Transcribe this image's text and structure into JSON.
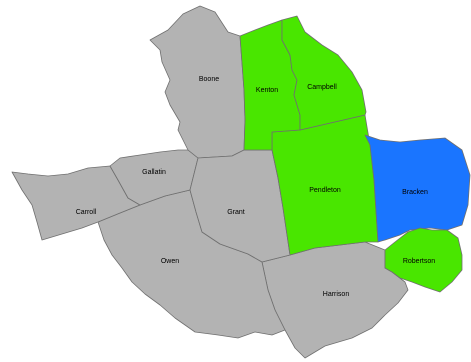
{
  "colors": {
    "default": "#b3b3b3",
    "green": "#49e600",
    "blue": "#1a75ff",
    "border": "#6f6f6f",
    "background": "#ffffff"
  },
  "counties": [
    {
      "key": "boone",
      "label": "Boone",
      "color": "#b3b3b3"
    },
    {
      "key": "kenton",
      "label": "Kenton",
      "color": "#49e600"
    },
    {
      "key": "campbell",
      "label": "Campbell",
      "color": "#49e600"
    },
    {
      "key": "gallatin",
      "label": "Gallatin",
      "color": "#b3b3b3"
    },
    {
      "key": "carroll",
      "label": "Carroll",
      "color": "#b3b3b3"
    },
    {
      "key": "grant",
      "label": "Grant",
      "color": "#b3b3b3"
    },
    {
      "key": "pendleton",
      "label": "Pendleton",
      "color": "#49e600"
    },
    {
      "key": "bracken",
      "label": "Bracken",
      "color": "#1a75ff"
    },
    {
      "key": "owen",
      "label": "Owen",
      "color": "#b3b3b3"
    },
    {
      "key": "harrison",
      "label": "Harrison",
      "color": "#b3b3b3"
    },
    {
      "key": "robertson",
      "label": "Robertson",
      "color": "#49e600"
    }
  ]
}
